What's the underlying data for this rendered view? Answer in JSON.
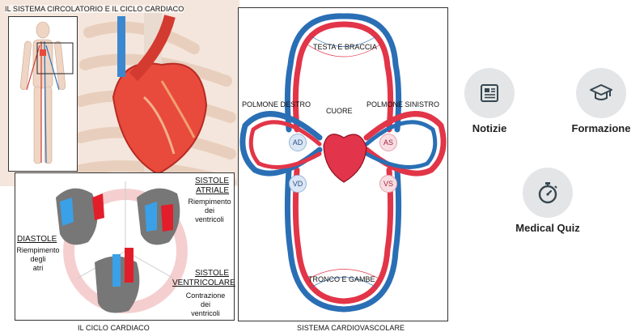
{
  "illustration": {
    "title": "IL SISTEMA CIRCOLATORIO E IL CICLO CARDIACO",
    "cycle": {
      "caption": "IL CICLO CARDIACO",
      "diastole": {
        "title": "DIASTOLE",
        "desc": [
          "Riempimento",
          "degli",
          "atri"
        ]
      },
      "sistole_atriale": {
        "title": [
          "SISTOLE",
          "ATRIALE"
        ],
        "desc": [
          "Riempimento",
          "dei",
          "ventricoli"
        ]
      },
      "sistole_ventricolare": {
        "title": [
          "SISTOLE",
          "VENTRICOLARE"
        ],
        "desc": [
          "Contrazione",
          "dei",
          "ventricoli"
        ]
      }
    },
    "cardio": {
      "caption": "SISTEMA CARDIOVASCOLARE",
      "testa": "TESTA E BRACCIA",
      "polmone_destro": "POLMONE DESTRO",
      "polmone_sinistro": "POLMONE SINISTRO",
      "cuore": "CUORE",
      "tronco": "TRONCO E GAMBE",
      "ad": "AD",
      "as": "AS",
      "vd": "VD",
      "vs": "VS"
    }
  },
  "menu": [
    {
      "id": "notizie",
      "label": "Notizie",
      "icon": "newspaper-icon"
    },
    {
      "id": "formazione",
      "label": "Formazione",
      "icon": "graduation-cap-icon"
    },
    {
      "id": "quiz",
      "label": "Medical Quiz",
      "icon": "stopwatch-icon"
    }
  ],
  "colors": {
    "artery": "#e23548",
    "vein": "#2a6fb5",
    "icon": "#37474f",
    "tile": "#e3e5e7"
  }
}
